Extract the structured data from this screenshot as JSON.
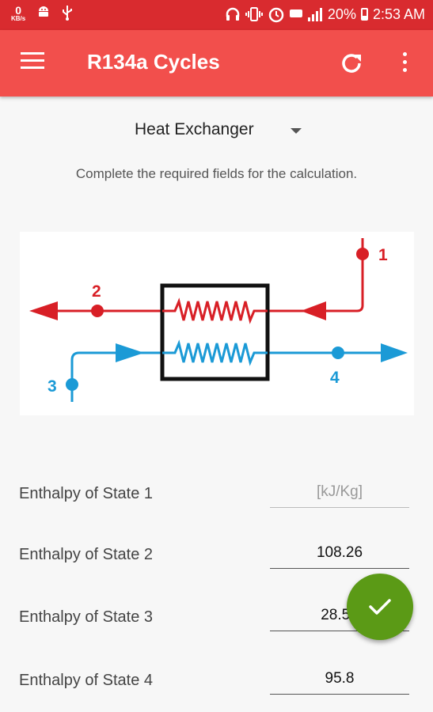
{
  "status_bar": {
    "net_speed_value": "0",
    "net_speed_unit": "KB/s",
    "battery": "20%",
    "time": "2:53 AM",
    "icons": [
      "android-icon",
      "usb-icon",
      "headset-icon",
      "vibrate-icon",
      "alarm-icon",
      "lte-icon",
      "signal-icon",
      "battery-icon"
    ]
  },
  "app_bar": {
    "title": "R134a Cycles",
    "color": "#f24f4c"
  },
  "component_select": {
    "value": "Heat Exchanger"
  },
  "instructions": "Complete the required fields for the calculation.",
  "diagram": {
    "state_labels": [
      "1",
      "2",
      "3",
      "4"
    ],
    "hot_color": "#d81f26",
    "cold_color": "#1b9ad6"
  },
  "fields": [
    {
      "label": "Enthalpy of State 1",
      "value": "",
      "placeholder": "[kJ/Kg]"
    },
    {
      "label": "Enthalpy of State 2",
      "value": "108.26",
      "placeholder": ""
    },
    {
      "label": "Enthalpy of State 3",
      "value": "28.58",
      "placeholder": ""
    },
    {
      "label": "Enthalpy of State 4",
      "value": "95.8",
      "placeholder": ""
    }
  ],
  "fab": {
    "icon": "check-icon",
    "color": "#5b9a16"
  }
}
